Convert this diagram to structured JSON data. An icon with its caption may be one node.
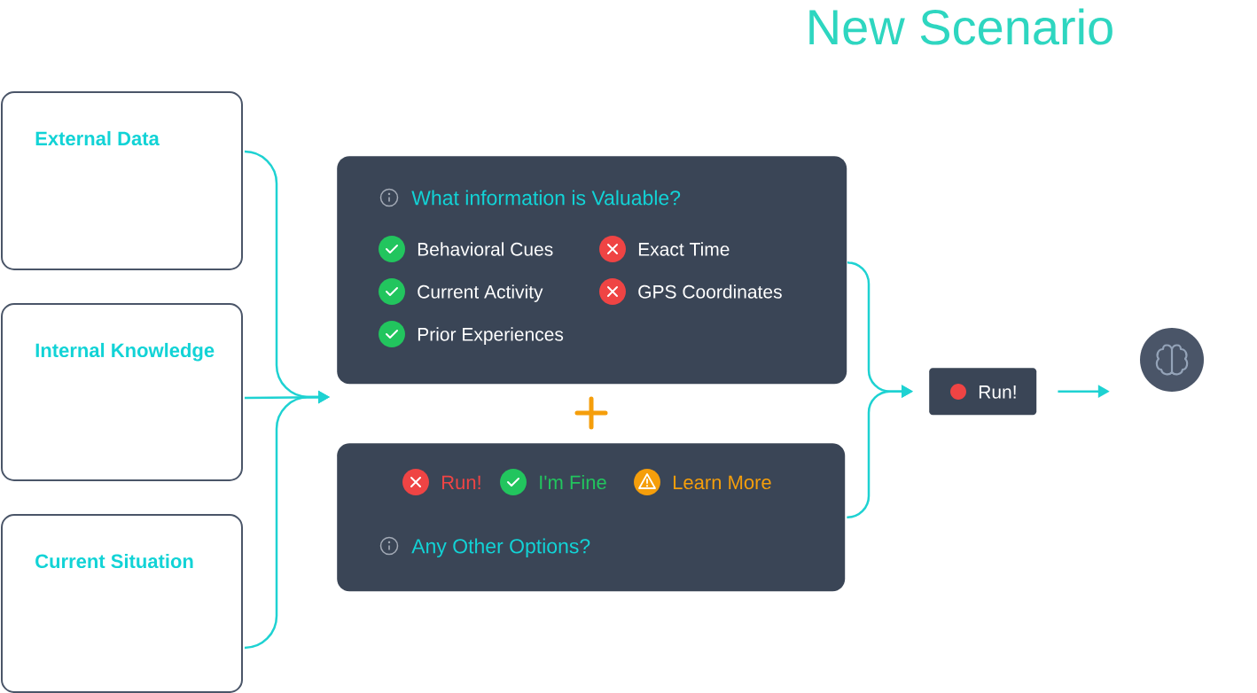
{
  "diagram": {
    "title": "New Scenario",
    "nodes": [
      {
        "text": [
          "External Data"
        ]
      },
      {
        "text": [
          "Internal Knowledge"
        ]
      },
      {
        "text": [
          "Current Situation"
        ]
      },
      {
        "text": [
          "What information is Valuable?",
          "Behavioral Cues",
          "Exact Time",
          "Current Activity",
          "GPS Coordinates",
          "Prior Experiences"
        ]
      },
      {
        "text": [
          "Run!",
          "I'm Fine",
          "Learn More",
          "Any Other Options?"
        ]
      },
      {
        "text": [
          "Run!"
        ]
      },
      {
        "text": [],
        "shape": "circle"
      }
    ],
    "edges": [
      {
        "from": 0,
        "to": null,
        "arrow": "to"
      },
      {
        "from": 1,
        "to": null,
        "arrow": "to"
      },
      {
        "from": 2,
        "to": null,
        "arrow": "to"
      },
      {
        "from": 3,
        "to": 5,
        "arrow": "to"
      },
      {
        "from": 4,
        "to": 5,
        "arrow": "to"
      },
      {
        "from": 5,
        "to": 6,
        "arrow": "to"
      }
    ]
  }
}
